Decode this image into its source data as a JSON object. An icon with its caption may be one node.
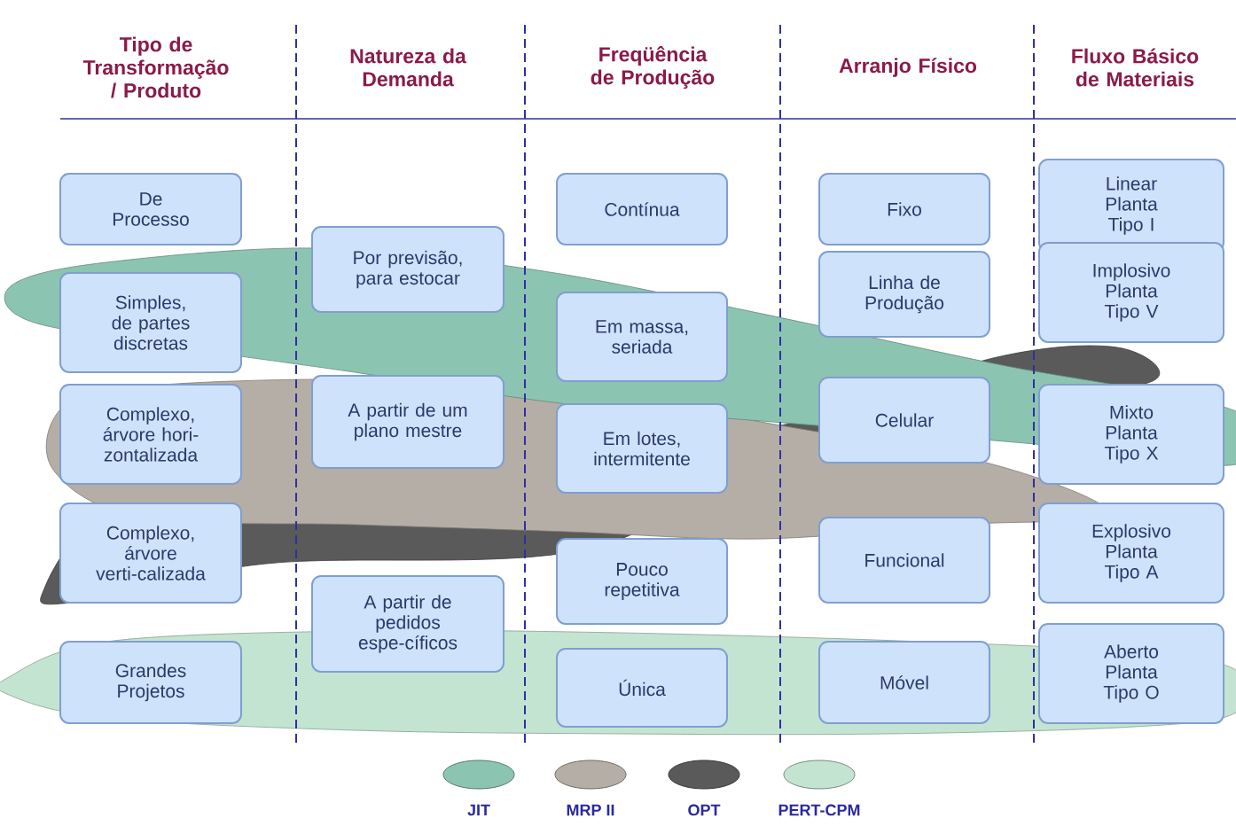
{
  "diagram": {
    "nodes": [
      {
        "text": [
          "De Processo"
        ]
      },
      {
        "text": [
          "Simples, de partes discretas"
        ]
      },
      {
        "text": [
          "Complexo, árvore hori-zontalizada"
        ]
      },
      {
        "text": [
          "Complexo, árvore verti-calizada"
        ]
      },
      {
        "text": [
          "Grandes Projetos"
        ]
      },
      {
        "text": [
          "Por previsão, para estocar"
        ]
      },
      {
        "text": [
          "A partir de um plano mestre"
        ]
      },
      {
        "text": [
          "A partir de pedidos espe-cíficos"
        ]
      },
      {
        "text": [
          "Contínua"
        ]
      },
      {
        "text": [
          "Em massa, seriada"
        ]
      },
      {
        "text": [
          "Em lotes, intermitente"
        ]
      },
      {
        "text": [
          "Pouco repetitiva"
        ]
      },
      {
        "text": [
          "Única"
        ]
      },
      {
        "text": [
          "Fixo"
        ]
      },
      {
        "text": [
          "Linha de Produção"
        ]
      },
      {
        "text": [
          "Celular"
        ]
      },
      {
        "text": [
          "Funcional"
        ]
      },
      {
        "text": [
          "Móvel"
        ]
      },
      {
        "text": [
          "Linear Planta Tipo I"
        ]
      },
      {
        "text": [
          "Implosivo Planta Tipo V"
        ]
      },
      {
        "text": [
          "Mixto Planta Tipo X"
        ]
      },
      {
        "text": [
          "Explosivo Planta Tipo A"
        ]
      },
      {
        "text": [
          "Aberto Planta Tipo O"
        ]
      }
    ],
    "labels": [
      "Tipo de Transformação / Produto",
      "Natureza da Demanda",
      "Freqüência de Produção",
      "Arranjo Físico",
      "Fluxo Básico de Materiais"
    ],
    "legend": [
      {
        "text": "JIT",
        "color": "#8cc4b2"
      },
      {
        "text": "MRP II",
        "color": "#b5aea6"
      },
      {
        "text": "OPT",
        "color": "#5a5a5a"
      },
      {
        "text": "PERT-CPM",
        "color": "#c4e4d2"
      }
    ]
  }
}
